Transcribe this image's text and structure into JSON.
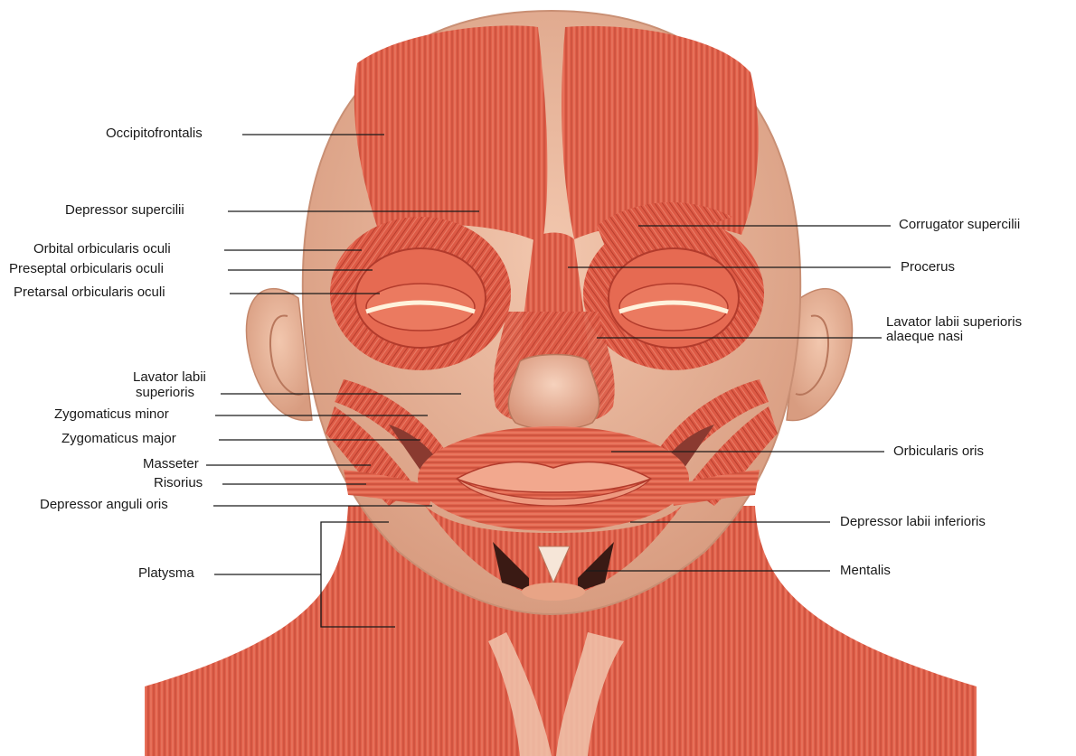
{
  "diagram": {
    "subject": "facial-muscles-anterior-view",
    "colors": {
      "background": "#ffffff",
      "skin": "#e9b49a",
      "skin_shadow": "#c98f74",
      "muscle": "#e0604a",
      "muscle_dark": "#b23b2c",
      "muscle_light": "#f08a72",
      "leader_line": "#1a1a1a"
    },
    "labels_left": [
      {
        "id": "occipitofrontalis",
        "text": "Occipitofrontalis"
      },
      {
        "id": "depressor-supercilii",
        "text": "Depressor supercilii"
      },
      {
        "id": "orbital-orbicularis-oculi",
        "text": "Orbital orbicularis oculi"
      },
      {
        "id": "preseptal-orbicularis-oculi",
        "text": "Preseptal orbicularis oculi"
      },
      {
        "id": "pretarsal-orbicularis-oculi",
        "text": "Pretarsal orbicularis oculi"
      },
      {
        "id": "lavator-labii-superioris",
        "text": "Lavator labii superioris",
        "lines": [
          "Lavator labii",
          "superioris"
        ]
      },
      {
        "id": "zygomaticus-minor",
        "text": "Zygomaticus minor"
      },
      {
        "id": "zygomaticus-major",
        "text": "Zygomaticus major"
      },
      {
        "id": "masseter",
        "text": "Masseter"
      },
      {
        "id": "risorius",
        "text": "Risorius"
      },
      {
        "id": "depressor-anguli-oris",
        "text": "Depressor anguli oris"
      },
      {
        "id": "platysma",
        "text": "Platysma"
      }
    ],
    "labels_right": [
      {
        "id": "corrugator-supercilii",
        "text": "Corrugator supercilii"
      },
      {
        "id": "procerus",
        "text": "Procerus"
      },
      {
        "id": "lavator-labii-superioris-alaeque-nasi",
        "text": "Lavator labii superioris alaeque nasi",
        "lines": [
          "Lavator labii superioris",
          "alaeque nasi"
        ]
      },
      {
        "id": "orbicularis-oris",
        "text": "Orbicularis oris"
      },
      {
        "id": "depressor-labii-inferioris",
        "text": "Depressor labii inferioris"
      },
      {
        "id": "mentalis",
        "text": "Mentalis"
      }
    ]
  }
}
